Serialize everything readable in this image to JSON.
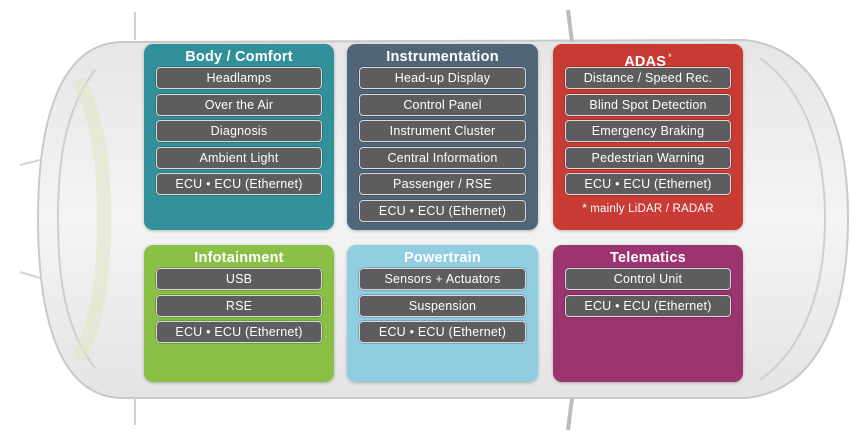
{
  "panels": {
    "body_comfort": {
      "title": "Body / Comfort",
      "color": "#268a96",
      "items": [
        "Headlamps",
        "Over the Air",
        "Diagnosis",
        "Ambient Light",
        "ECU • ECU (Ethernet)"
      ]
    },
    "instrumentation": {
      "title": "Instrumentation",
      "color": "#495e73",
      "items": [
        "Head-up Display",
        "Control Panel",
        "Instrument Cluster",
        "Central Information",
        "Passenger / RSE",
        "ECU • ECU (Ethernet)"
      ]
    },
    "adas": {
      "title": "ADAS",
      "title_mark": "*",
      "color": "#c5322a",
      "items": [
        "Distance / Speed Rec.",
        "Blind Spot Detection",
        "Emergency Braking",
        "Pedestrian Warning",
        "ECU • ECU (Ethernet)"
      ],
      "footnote": "* mainly LiDAR / RADAR"
    },
    "infotainment": {
      "title": "Infotainment",
      "color": "#84bc3a",
      "items": [
        "USB",
        "RSE",
        "ECU • ECU (Ethernet)"
      ]
    },
    "powertrain": {
      "title": "Powertrain",
      "color": "#8bcbe0",
      "items": [
        "Sensors + Actuators",
        "Suspension",
        "ECU • ECU (Ethernet)"
      ]
    },
    "telematics": {
      "title": "Telematics",
      "color": "#962969",
      "items": [
        "Control Unit",
        "ECU • ECU (Ethernet)"
      ]
    }
  }
}
